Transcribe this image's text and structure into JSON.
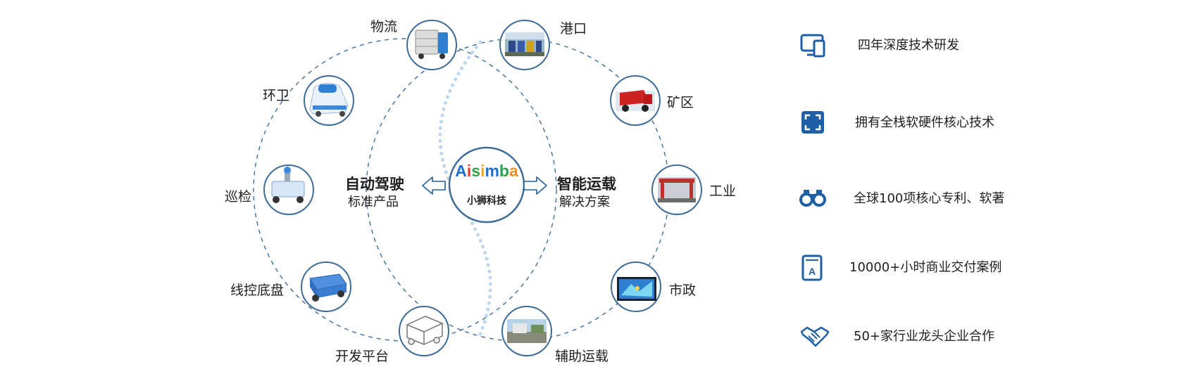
{
  "center": {
    "logo_letters": [
      {
        "ch": "A",
        "color": "#1f6fd0"
      },
      {
        "ch": "i",
        "color": "#e23b2e"
      },
      {
        "ch": "s",
        "color": "#2ba24c"
      },
      {
        "ch": "i",
        "color": "#f5a623"
      },
      {
        "ch": "m",
        "color": "#1f6fd0"
      },
      {
        "ch": "b",
        "color": "#2ba24c"
      },
      {
        "ch": "a",
        "color": "#f08c24"
      }
    ],
    "subtitle": "小狮科技"
  },
  "left_heading": {
    "title": "自动驾驶",
    "subtitle": "标准产品"
  },
  "right_heading": {
    "title": "智能运载",
    "subtitle": "解决方案"
  },
  "left_products": [
    {
      "label": "物流",
      "icon": "logistics-vehicle-icon"
    },
    {
      "label": "环卫",
      "icon": "sanitation-sweeper-icon"
    },
    {
      "label": "巡检",
      "icon": "inspection-robot-icon"
    },
    {
      "label": "线控底盘",
      "icon": "wire-control-chassis-icon"
    },
    {
      "label": "开发平台",
      "icon": "development-platform-icon"
    }
  ],
  "right_solutions": [
    {
      "label": "港口",
      "icon": "port-photo-icon"
    },
    {
      "label": "矿区",
      "icon": "mining-truck-icon"
    },
    {
      "label": "工业",
      "icon": "industrial-crane-icon"
    },
    {
      "label": "市政",
      "icon": "municipal-screen-icon"
    },
    {
      "label": "辅助运载",
      "icon": "auxiliary-transport-photo-icon"
    }
  ],
  "features": [
    {
      "text": "四年深度技术研发",
      "icon": "devices-icon"
    },
    {
      "text": "拥有全栈软硬件核心技术",
      "icon": "expand-icon"
    },
    {
      "text": "全球100项核心专利、软著",
      "icon": "binoculars-icon"
    },
    {
      "text": "10000+小时商业交付案例",
      "icon": "book-icon"
    },
    {
      "text": "50+家行业龙头企业合作",
      "icon": "handshake-icon"
    }
  ],
  "colors": {
    "accent": "#1f5fa6",
    "ring": "#3e6c97",
    "dots": "#bcd6ee",
    "text": "#1f1f1f"
  }
}
